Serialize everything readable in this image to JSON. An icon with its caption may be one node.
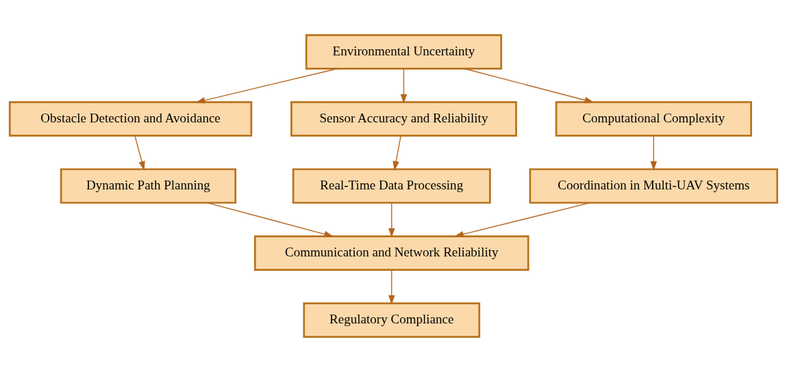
{
  "diagram": {
    "nodes": [
      {
        "text": [
          "Environmental Uncertainty"
        ]
      },
      {
        "text": [
          "Obstacle Detection and Avoidance"
        ]
      },
      {
        "text": [
          "Sensor Accuracy and Reliability"
        ]
      },
      {
        "text": [
          "Computational Complexity"
        ]
      },
      {
        "text": [
          "Dynamic Path Planning"
        ]
      },
      {
        "text": [
          "Real-Time Data Processing"
        ]
      },
      {
        "text": [
          "Coordination in Multi-UAV Systems"
        ]
      },
      {
        "text": [
          "Communication and Network Reliability"
        ]
      },
      {
        "text": [
          "Regulatory Compliance"
        ]
      }
    ],
    "edges": [
      {
        "from": 0,
        "to": 1,
        "arrow": "to"
      },
      {
        "from": 0,
        "to": 2,
        "arrow": "to"
      },
      {
        "from": 0,
        "to": 3,
        "arrow": "to"
      },
      {
        "from": 1,
        "to": 4,
        "arrow": "to"
      },
      {
        "from": 2,
        "to": 5,
        "arrow": "to"
      },
      {
        "from": 3,
        "to": 6,
        "arrow": "to"
      },
      {
        "from": 4,
        "to": 7,
        "arrow": "to"
      },
      {
        "from": 5,
        "to": 7,
        "arrow": "to"
      },
      {
        "from": 6,
        "to": 7,
        "arrow": "to"
      },
      {
        "from": 7,
        "to": 8,
        "arrow": "to"
      }
    ]
  }
}
